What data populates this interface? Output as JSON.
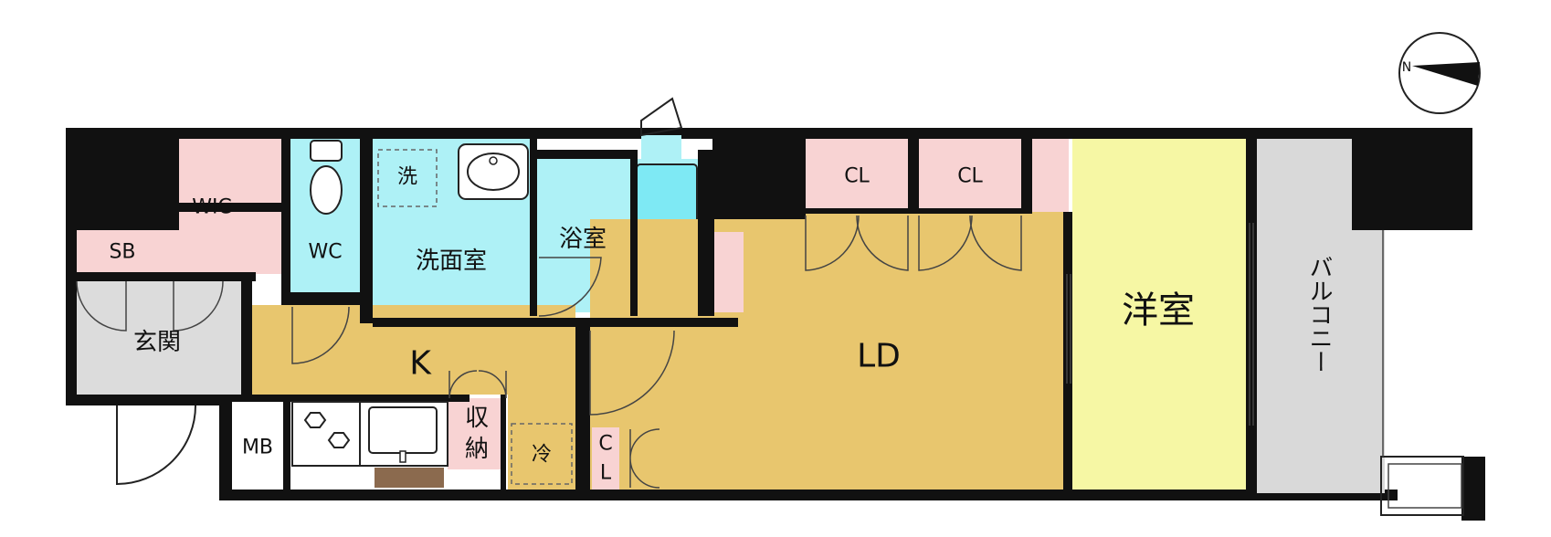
{
  "colors": {
    "wall": "#111111",
    "ld_kitchen": "#e8c66e",
    "storage": "#f8d3d3",
    "wet_area": "#aef1f6",
    "bathtub": "#7ee9f4",
    "western_room": "#f6f7a4",
    "balcony": "#d9d9d9",
    "entrance_tile": "#dcdcdc",
    "kitchen_counter_edge": "#8b6a4e"
  },
  "rooms": {
    "wic": "WIC",
    "sb": "SB",
    "genkan": "玄関",
    "wc": "WC",
    "wash_machine": "洗",
    "senmenshitsu": "洗面室",
    "yokushitsu": "浴室",
    "cl_left": "CL",
    "cl_right": "CL",
    "ld": "LD",
    "yoshitsu": "洋室",
    "balcony": "バルコニー",
    "kitchen": "K",
    "shuno_1": "収",
    "shuno_2": "納",
    "refrigerator": "冷",
    "cl_small_1": "C",
    "cl_small_2": "L",
    "mb": "MB"
  },
  "compass": {
    "label": "N",
    "icon": "compass-north-arrow-icon"
  }
}
